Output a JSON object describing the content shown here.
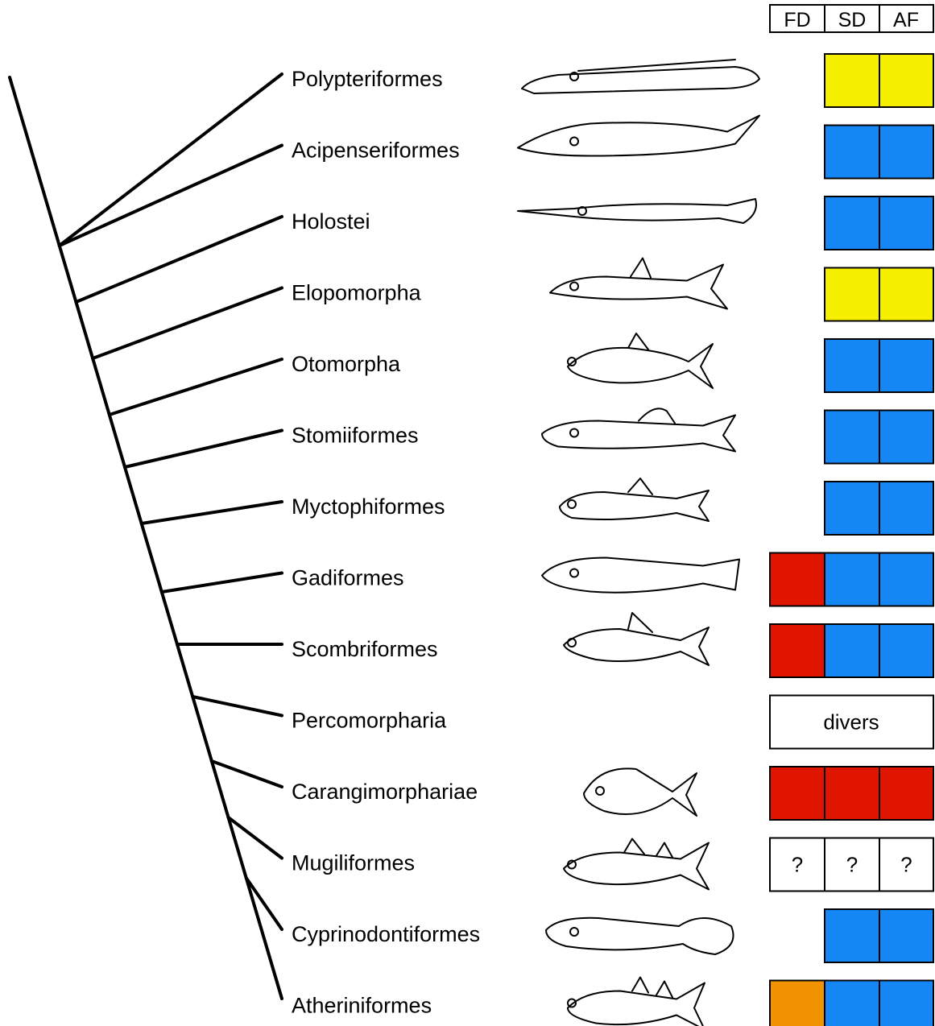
{
  "header": {
    "columns": [
      "FD",
      "SD",
      "AF"
    ]
  },
  "colors": {
    "yellow": "#f7ef00",
    "blue": "#1587f5",
    "red": "#e01500",
    "orange": "#f39200",
    "white": "#ffffff"
  },
  "rows": [
    {
      "label": "Polypteriformes",
      "fish_icon": "bichir-icon",
      "cells": [
        null,
        "yellow",
        "yellow"
      ]
    },
    {
      "label": "Acipenseriformes",
      "fish_icon": "sturgeon-icon",
      "cells": [
        null,
        "blue",
        "blue"
      ]
    },
    {
      "label": "Holostei",
      "fish_icon": "gar-icon",
      "cells": [
        null,
        "blue",
        "blue"
      ]
    },
    {
      "label": "Elopomorpha",
      "fish_icon": "tarpon-icon",
      "cells": [
        null,
        "yellow",
        "yellow"
      ]
    },
    {
      "label": "Otomorpha",
      "fish_icon": "herring-icon",
      "cells": [
        null,
        "blue",
        "blue"
      ]
    },
    {
      "label": "Stomiiformes",
      "fish_icon": "dragonfish-icon",
      "cells": [
        null,
        "blue",
        "blue"
      ]
    },
    {
      "label": "Myctophiformes",
      "fish_icon": "lanternfish-icon",
      "cells": [
        null,
        "blue",
        "blue"
      ]
    },
    {
      "label": "Gadiformes",
      "fish_icon": "cod-icon",
      "cells": [
        "red",
        "blue",
        "blue"
      ]
    },
    {
      "label": "Scombriformes",
      "fish_icon": "mackerel-icon",
      "cells": [
        "red",
        "blue",
        "blue"
      ]
    },
    {
      "label": "Percomorpharia",
      "fish_icon": null,
      "merged_text": "divers"
    },
    {
      "label": "Carangimorphariae",
      "fish_icon": "jack-icon",
      "cells": [
        "red",
        "red",
        "red"
      ]
    },
    {
      "label": "Mugiliformes",
      "fish_icon": "mullet-icon",
      "cells": [
        "?",
        "?",
        "?"
      ]
    },
    {
      "label": "Cyprinodontiformes",
      "fish_icon": "killifish-icon",
      "cells": [
        null,
        "blue",
        "blue"
      ]
    },
    {
      "label": "Atheriniformes",
      "fish_icon": "silverside-icon",
      "cells": [
        "orange",
        "blue",
        "blue"
      ]
    }
  ]
}
